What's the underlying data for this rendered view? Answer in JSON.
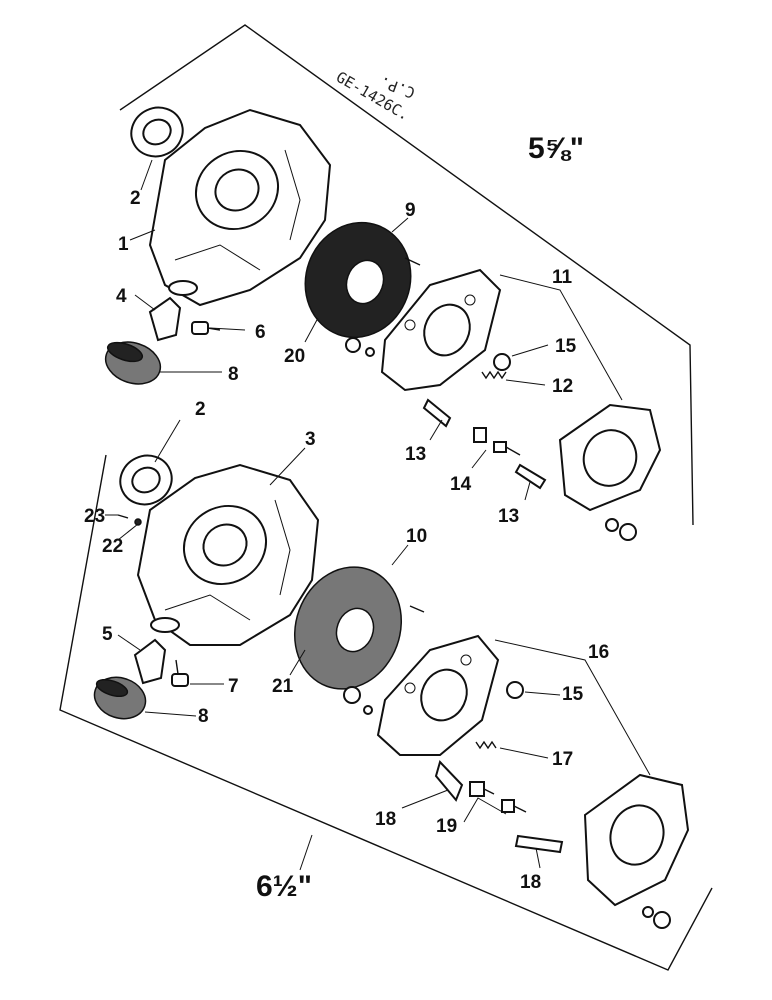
{
  "handwritten_note": "GE-1426C.",
  "handwritten_initials": "C.P.",
  "size_top": "5⅝\"",
  "size_bottom": "6½\"",
  "labels_top": [
    "1",
    "2",
    "4",
    "6",
    "8",
    "9",
    "20",
    "11",
    "15",
    "12",
    "13",
    "14",
    "13"
  ],
  "labels_bottom": [
    "2",
    "3",
    "23",
    "22",
    "5",
    "7",
    "8",
    "10",
    "21",
    "16",
    "15",
    "17",
    "18",
    "19",
    "18"
  ]
}
